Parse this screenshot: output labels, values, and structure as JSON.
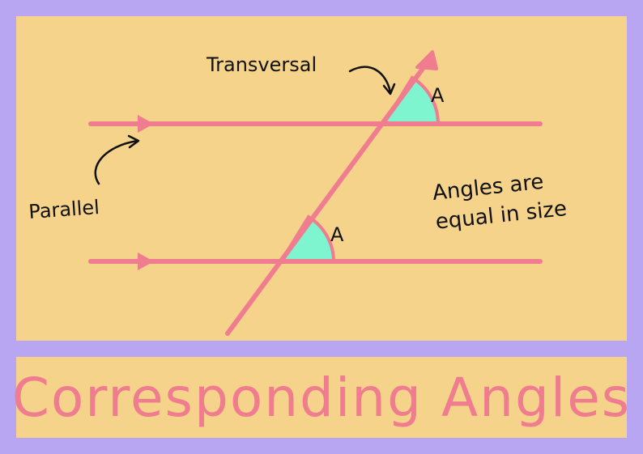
{
  "title": "Corresponding Angles",
  "labels": {
    "transversal": "Transversal",
    "parallel": "Parallel",
    "angle_top": "A",
    "angle_bottom": "A",
    "note_line1": "Angles are",
    "note_line2": "equal in size"
  },
  "colors": {
    "frame": "#b9a6f3",
    "panel": "#f5d38b",
    "line": "#f07c8f",
    "angle_fill": "#7ff5cf",
    "text": "#111111"
  }
}
